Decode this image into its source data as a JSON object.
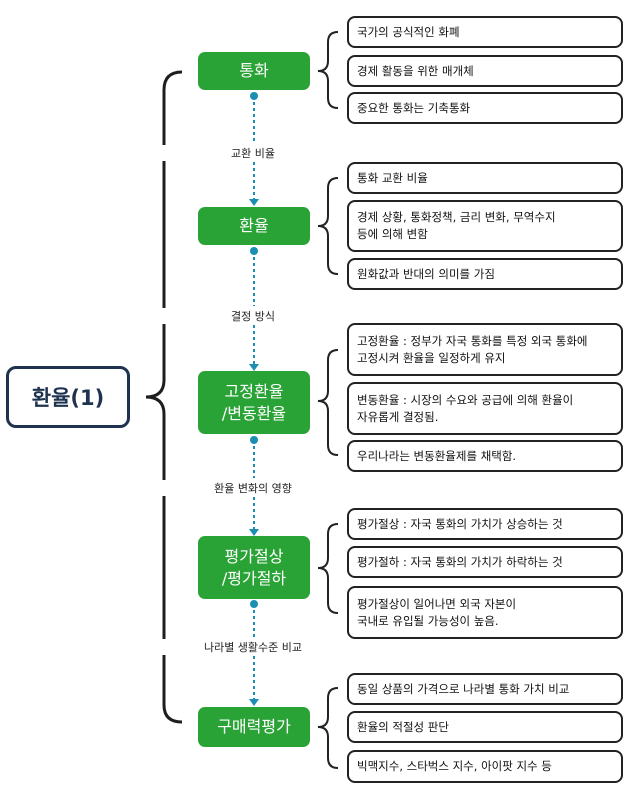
{
  "root": {
    "label": "환율(1)"
  },
  "nodes": [
    {
      "label": "통화"
    },
    {
      "label": "환율"
    },
    {
      "label": "고정환율\n/변동환율"
    },
    {
      "label": "평가절상\n/평가절하"
    },
    {
      "label": "구매력평가"
    }
  ],
  "edges": [
    {
      "label": "교환 비율"
    },
    {
      "label": "결정 방식"
    },
    {
      "label": "환율 변화의 영향"
    },
    {
      "label": "나라별 생활수준 비교"
    }
  ],
  "details": [
    [
      "국가의 공식적인 화폐",
      "경제 활동을 위한 매개체",
      "중요한 통화는 기축통화"
    ],
    [
      "통화 교환 비율",
      "경제 상황, 통화정책, 금리 변화, 무역수지\n등에 의해 변함",
      "원화값과 반대의 의미를 가짐"
    ],
    [
      "고정환율 : 정부가 자국 통화를 특정 외국 통화에\n고정시켜 환율을 일정하게 유지",
      "변동환율 : 시장의 수요와 공급에 의해 환율이\n자유롭게 결정됨.",
      "우리나라는 변동환율제를 채택함."
    ],
    [
      "평가절상 : 자국 통화의 가치가 상승하는 것",
      "평가절하 : 자국 통화의 가치가 하락하는 것",
      "평가절상이 일어나면 외국 자본이\n국내로 유입될 가능성이 높음."
    ],
    [
      "동일 상품의 가격으로 나라별 통화 가치 비교",
      "환율의 적절성 판단",
      "빅맥지수, 스타벅스 지수, 아이팟 지수 등"
    ]
  ],
  "colors": {
    "node": "#2aa336",
    "root_border": "#1f3350",
    "connector": "#1b8fb3"
  }
}
